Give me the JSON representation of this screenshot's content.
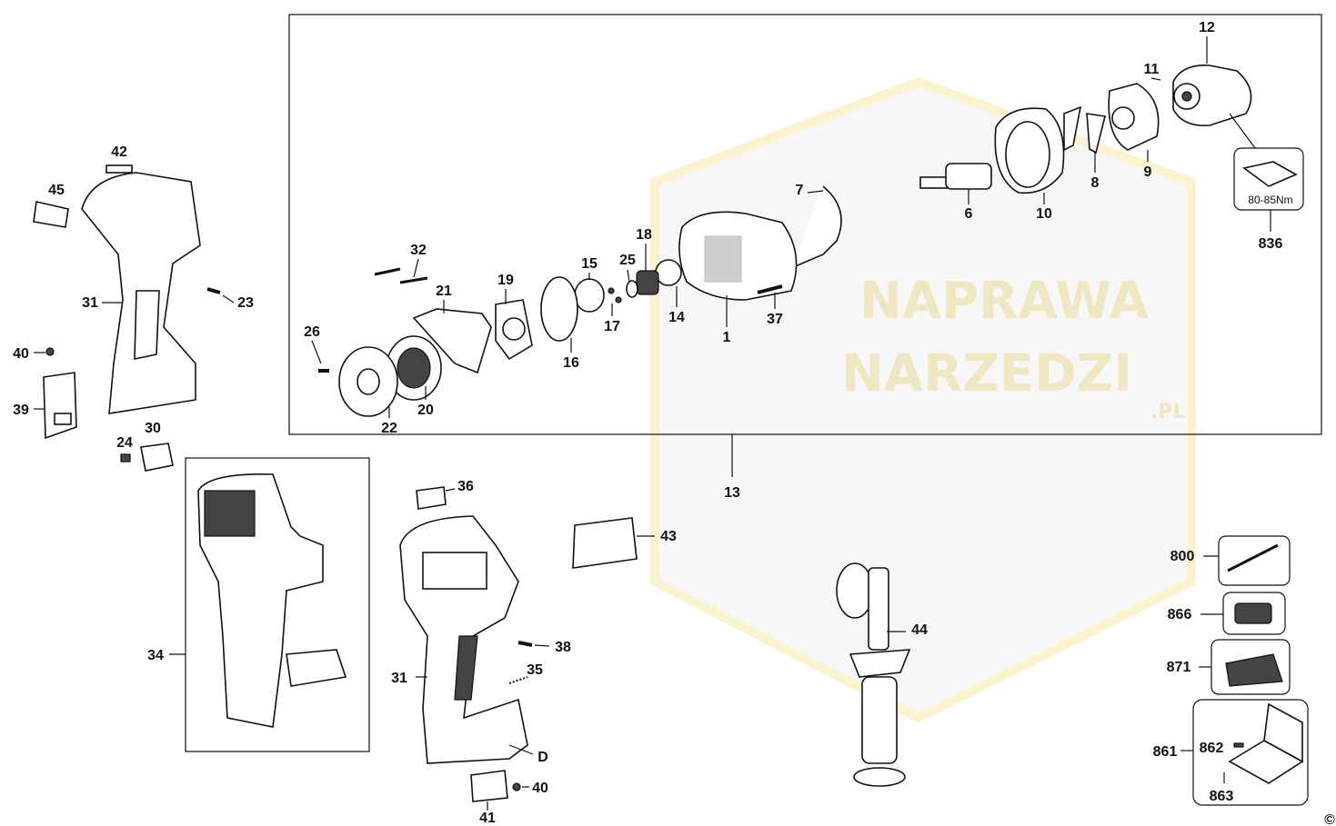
{
  "diagram": {
    "watermark": [
      "NAPRAWA",
      "NARZEDZI",
      ".PL"
    ],
    "torque_label": "80-85Nm",
    "copyright_mark": "©",
    "labels": {
      "l1": "1",
      "l6": "6",
      "l7": "7",
      "l8": "8",
      "l9": "9",
      "l10": "10",
      "l11": "11",
      "l12": "12",
      "l13": "13",
      "l14": "14",
      "l15": "15",
      "l16": "16",
      "l17": "17",
      "l18": "18",
      "l19": "19",
      "l20": "20",
      "l21": "21",
      "l22": "22",
      "l23": "23",
      "l24": "24",
      "l25": "25",
      "l26": "26",
      "l30": "30",
      "l31a": "31",
      "l31b": "31",
      "l32": "32",
      "l34": "34",
      "l35": "35",
      "l36": "36",
      "l37": "37",
      "l38": "38",
      "l39": "39",
      "l40a": "40",
      "l40b": "40",
      "l41": "41",
      "l42": "42",
      "l43": "43",
      "l44": "44",
      "l45": "45",
      "lD": "D",
      "l800": "800",
      "l836": "836",
      "l861": "861",
      "l862": "862",
      "l863": "863",
      "l866": "866",
      "l871": "871"
    }
  }
}
